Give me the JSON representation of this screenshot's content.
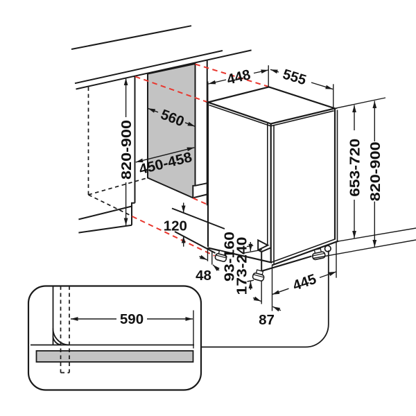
{
  "diagram": {
    "type": "appliance-installation-drawing",
    "subject": "built-in slimline dishwasher niche and appliance dimensions with plinth detail inset",
    "units": "mm",
    "colors": {
      "line": "#1a1a1a",
      "alignment_dashed": "#e8362d",
      "panel_gray": "#c3c3c3",
      "background": "#ffffff"
    },
    "labels": {
      "niche_depth": "560",
      "niche_width": "450-458",
      "niche_height": "820-900",
      "appliance_width": "448",
      "appliance_depth": "555",
      "appliance_body_height": "653-720",
      "appliance_overall_height": "820-900",
      "plinth_height": "120",
      "front_foot_offset": "48",
      "adjust_range_low": "93-160",
      "adjust_range_high": "173-240",
      "feet_spacing": "445",
      "front_foot_setback": "87",
      "plinth_cutout_width": "590"
    }
  }
}
